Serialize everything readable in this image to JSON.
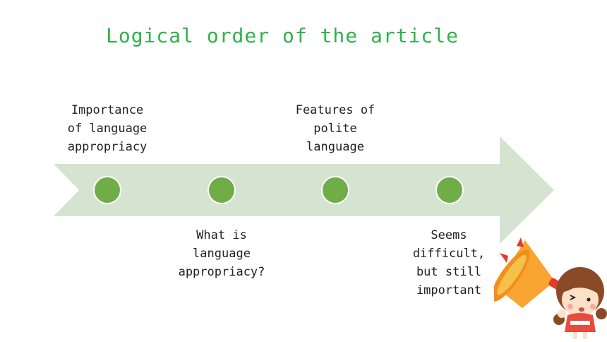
{
  "slide": {
    "title": "Logical order of the article"
  },
  "timeline": {
    "top_labels": [
      {
        "lines": [
          "Importance",
          "of language",
          "appropriacy"
        ]
      },
      {
        "lines": [
          "Features of",
          "polite",
          "language"
        ]
      }
    ],
    "bottom_labels": [
      {
        "lines": [
          "What is",
          "language",
          "appropriacy?"
        ]
      },
      {
        "lines": [
          "Seems",
          "difficult,",
          "but still",
          "important"
        ]
      }
    ],
    "node_count": 4
  },
  "colors": {
    "title": "#2db34a",
    "arrow_fill": "#d5e3d1",
    "node_fill": "#70ad47",
    "node_stroke": "#ffffff",
    "text": "#222222"
  },
  "decoration": {
    "illustration": "girl-with-megaphone-icon"
  }
}
